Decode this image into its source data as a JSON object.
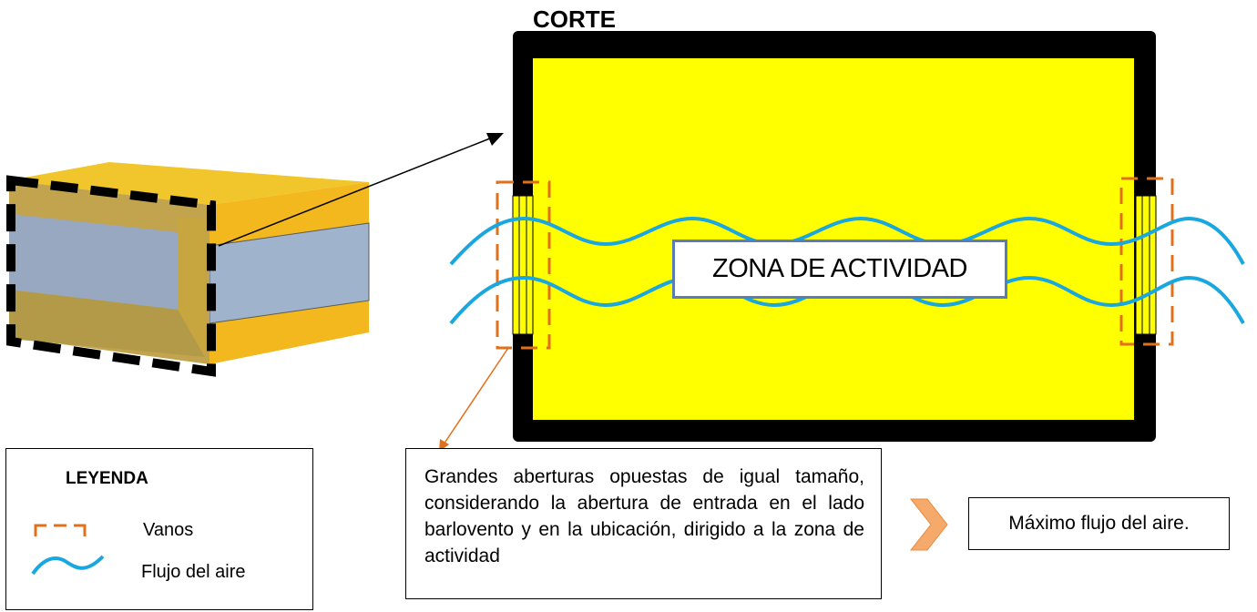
{
  "diagram": {
    "section_title": "CORTE",
    "activity_zone_label": "ZONA DE ACTIVIDAD",
    "description": "Grandes aberturas opuestas de igual tamaño, considerando la abertura de entrada en el lado barlovento y en la ubicación, dirigido a la zona de actividad",
    "result": "Máximo flujo del aire."
  },
  "legend": {
    "title": "LEYENDA",
    "items": [
      {
        "label": "Vanos",
        "icon": "dashed-orange-rectangle-icon"
      },
      {
        "label": "Flujo del aire",
        "icon": "blue-wave-icon"
      }
    ]
  },
  "colors": {
    "room_fill": "#ffff00",
    "wall": "#000000",
    "air_flow": "#1aa7e0",
    "opening_marker": "#e0701a",
    "zone_border": "#5b7db5",
    "chevron": "#f5a96a"
  }
}
